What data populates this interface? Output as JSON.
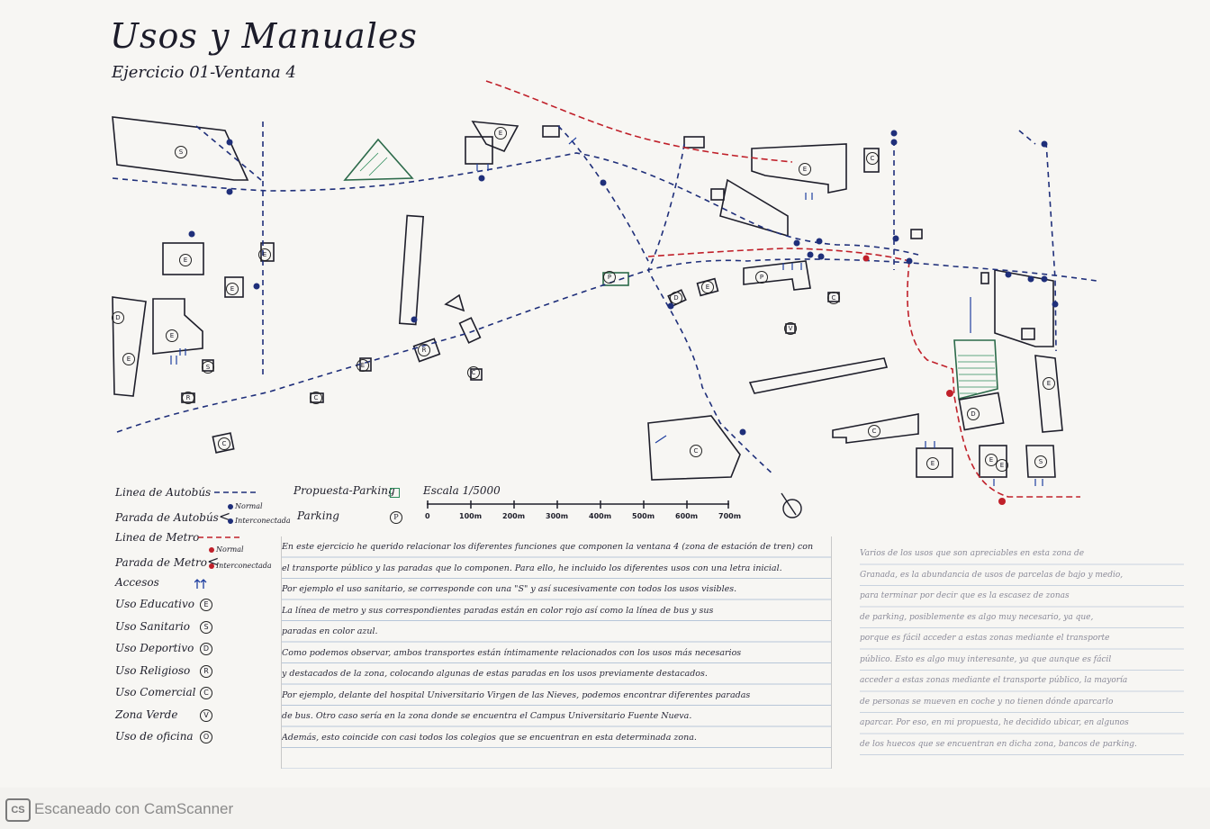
{
  "title": "Usos y Manuales",
  "subtitle": "Ejercicio 01-Ventana 4",
  "colors": {
    "bus": "#1f2f7a",
    "metro": "#c0202a",
    "green": "#2c8a5a",
    "ink": "#1e1e2a",
    "access": "#1f3fa0"
  },
  "legend": {
    "bus_line": "Linea de Autobús",
    "bus_stop": "Parada de Autobús",
    "stop_normal": "Normal",
    "stop_interconnected": "Interconectada",
    "metro_line": "Linea de Metro",
    "metro_stop": "Parada de Metro",
    "metro_normal": "Normal",
    "metro_interconnected": "Interconectada",
    "access": "Accesos",
    "access_icon": "access-arrows-icon",
    "uses": [
      {
        "label": "Uso Educativo",
        "code": "E"
      },
      {
        "label": "Uso Sanitario",
        "code": "S"
      },
      {
        "label": "Uso Deportivo",
        "code": "D"
      },
      {
        "label": "Uso Religioso",
        "code": "R"
      },
      {
        "label": "Uso Comercial",
        "code": "C"
      },
      {
        "label": "Zona Verde",
        "code": "V"
      },
      {
        "label": "Uso de oficina",
        "code": "O"
      }
    ],
    "parking_proposal": "Propuesta-Parking",
    "parking": "Parking",
    "parking_code": "P",
    "scale_title": "Escala 1/5000",
    "scale_ticks": [
      "0",
      "100m",
      "200m",
      "300m",
      "400m",
      "500m",
      "600m",
      "700m"
    ]
  },
  "map_codes": [
    "S",
    "E",
    "E",
    "E",
    "D",
    "E",
    "E",
    "S",
    "R",
    "C",
    "E",
    "C",
    "R",
    "C",
    "E",
    "P",
    "D",
    "E",
    "P",
    "C",
    "V",
    "E",
    "C",
    "E",
    "E",
    "E",
    "S",
    "E",
    "D",
    "C",
    "C"
  ],
  "notes_left": [
    "En este ejercicio he querido relacionar los diferentes funciones que componen la ventana 4 (zona de estación de tren) con",
    "el transporte público y las paradas que lo componen. Para ello, he incluido los diferentes usos con una letra inicial.",
    "Por ejemplo el uso sanitario, se corresponde con una \"S\" y así sucesivamente con todos los usos visibles.",
    "La línea de metro y sus correspondientes paradas están en color rojo así como la línea de bus y sus",
    "paradas en color azul.",
    "Como podemos observar, ambos transportes están íntimamente relacionados con los usos más necesarios",
    "y destacados de la zona, colocando algunas de estas paradas en los usos previamente destacados.",
    "Por ejemplo, delante del hospital Universitario Virgen de las Nieves, podemos encontrar diferentes paradas",
    "de bus. Otro caso sería en la zona donde se encuentra el Campus Universitario Fuente Nueva.",
    "Además, esto coincide con casi todos los colegios que se encuentran en esta determinada zona."
  ],
  "notes_right": [
    "Varios de los usos que son apreciables en esta zona de",
    "Granada, es la abundancia de usos de parcelas de bajo y medio,",
    "para terminar por decir que es la escasez de zonas",
    "de parking, posiblemente es algo muy necesario, ya que,",
    "porque es fácil acceder a estas zonas mediante el transporte",
    "público. Esto es algo muy interesante, ya que aunque es fácil",
    "acceder a estas zonas mediante el transporte público, la mayoría",
    "de personas se mueven en coche y no tienen dónde aparcarlo",
    "aparcar. Por eso, en mi propuesta, he decidido ubicar, en algunos",
    "de los huecos que se encuentran en dicha zona, bancos de parking."
  ],
  "footer": {
    "logo": "CS",
    "text": "Escaneado con CamScanner"
  }
}
